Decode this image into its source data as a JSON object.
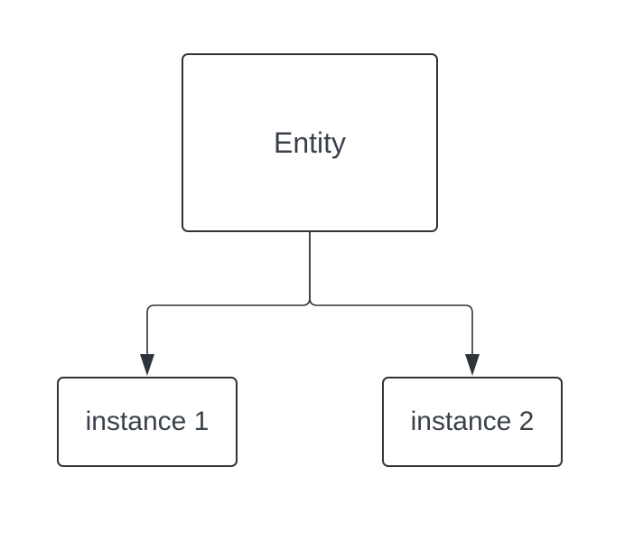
{
  "diagram": {
    "nodes": {
      "entity": {
        "label": "Entity"
      },
      "instance_1": {
        "label": "instance 1"
      },
      "instance_2": {
        "label": "instance 2"
      }
    },
    "edges": [
      {
        "from": "entity",
        "to": "instance_1"
      },
      {
        "from": "entity",
        "to": "instance_2"
      }
    ],
    "colors": {
      "stroke": "#2f343b",
      "text": "#3a414a",
      "background": "#ffffff"
    }
  }
}
